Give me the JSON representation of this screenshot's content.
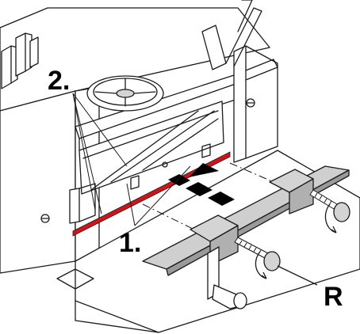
{
  "callouts": {
    "label_1": "1.",
    "label_2": "2.",
    "label_r": "R"
  },
  "colors": {
    "line": "#1a1a1a",
    "body_fill": "#ffffff",
    "part_fill": "#d4d4d4",
    "part_dark": "#9a9a9a",
    "blade_strip": "#d0141b",
    "arrow": "#000000"
  }
}
